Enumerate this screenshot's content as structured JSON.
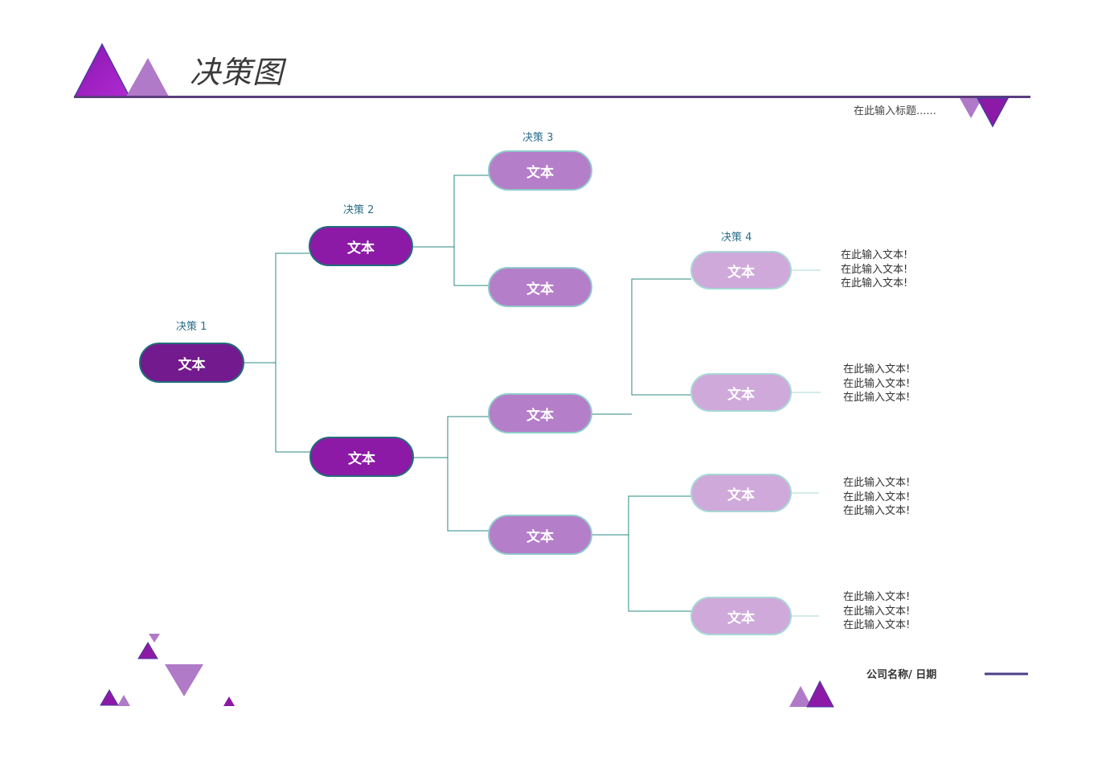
{
  "title": "决策图",
  "subtitle": "在此输入标题......",
  "footer": "公司名称/ 日期",
  "decision_labels": [
    "决策 1",
    "决策 2",
    "决策 3",
    "决策 4"
  ],
  "nodes": {
    "root": "文本",
    "l2_top": "文本",
    "l2_bottom": "文本",
    "l3_a": "文本",
    "l3_b": "文本",
    "l3_c": "文本",
    "l3_d": "文本",
    "l4_a": "文本",
    "l4_b": "文本",
    "l4_c": "文本",
    "l4_d": "文本"
  },
  "notes": [
    [
      "在此输入文本!",
      "在此输入文本!",
      "在此输入文本!"
    ],
    [
      "在此输入文本!",
      "在此输入文本!",
      "在此输入文本!"
    ],
    [
      "在此输入文本!",
      "在此输入文本!",
      "在此输入文本!"
    ],
    [
      "在此输入文本!",
      "在此输入文本!",
      "在此输入文本!"
    ]
  ],
  "colors": {
    "accent": "#731a8f",
    "purple": "#8c1aa6",
    "light_purple": "#b57ec9",
    "pale_purple": "#cfa9da",
    "connector": "#2a8a80",
    "rule": "#5b3c7d"
  }
}
